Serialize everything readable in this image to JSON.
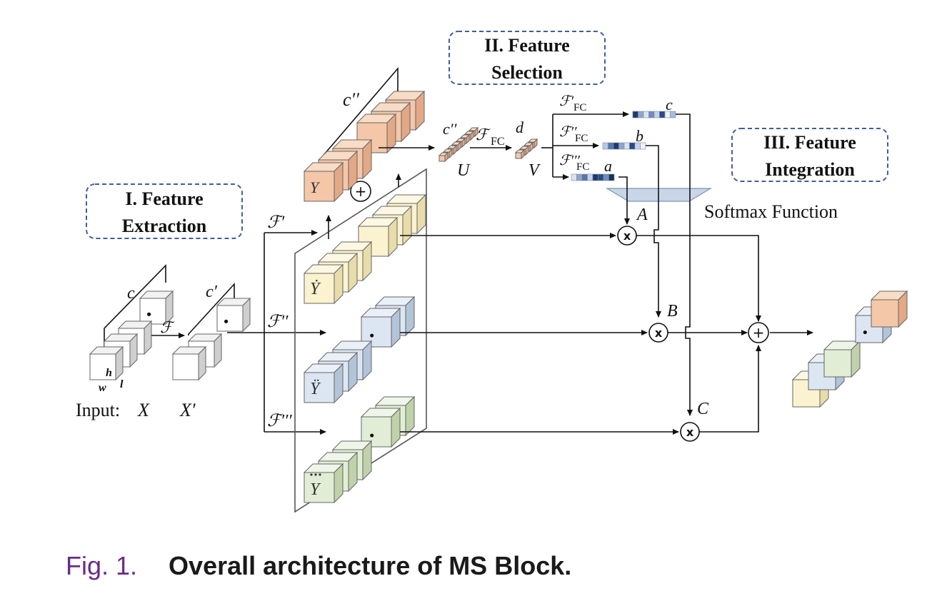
{
  "stages": {
    "extraction": [
      "I. Feature",
      "Extraction"
    ],
    "selection": [
      "II. Feature",
      "Selection"
    ],
    "integration": [
      "III. Feature",
      "Integration"
    ]
  },
  "labels": {
    "input": "Input:",
    "X": "X",
    "Xp": "X′",
    "c": "c",
    "cp": "c′",
    "cpp": "c′′",
    "h": "h",
    "w": "w",
    "l": "l",
    "F": "ℱ",
    "Fp": "ℱ′",
    "Fpp": "ℱ′′",
    "Fppp": "ℱ′′′",
    "Y": "Y",
    "Ydot": "Ẏ",
    "Yddot": "Ÿ",
    "Ytdot": "Y",
    "FFC": "ℱ",
    "FC": "FC",
    "FCp": "ℱ′",
    "FCpp": "ℱ′′",
    "FCppp": "ℱ′′′",
    "d": "d",
    "U": "U",
    "V": "V",
    "a": "a",
    "b": "b",
    "cvec": "c",
    "A": "A",
    "B": "B",
    "C": "C",
    "softmax": "Softmax Function",
    "times": "x",
    "plus": "+"
  },
  "caption": {
    "fig": "Fig. 1.",
    "title": "Overall architecture of MS Block."
  },
  "colors": {
    "orange_front": "#f3c7a8",
    "orange_top": "#f8dcc6",
    "orange_side": "#e3a886",
    "yellow_front": "#fbf2cf",
    "yellow_top": "#fdf8e3",
    "yellow_side": "#e8dcaa",
    "blue_front": "#dce6f3",
    "blue_top": "#eaf0f8",
    "blue_side": "#b3c3d8",
    "green_front": "#e2edd6",
    "green_top": "#eff5e8",
    "green_side": "#bfd2aa",
    "gray_front": "#ffffff",
    "gray_top": "#f2f2f2",
    "gray_side": "#cfcfcf",
    "dashed_border": "#3f5f9a",
    "softmax_fill": "#c9d6e8"
  }
}
